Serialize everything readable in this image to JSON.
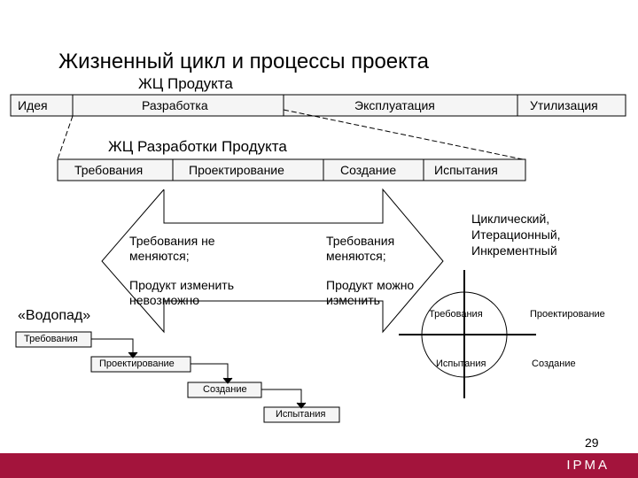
{
  "title": "Жизненный цикл и процессы проекта",
  "product_lc": {
    "label": "ЖЦ Продукта",
    "phases": [
      "Идея",
      "Разработка",
      "Эксплуатация",
      "Утилизация"
    ]
  },
  "dev_lc": {
    "label": "ЖЦ Разработки Продукта",
    "phases": [
      "Требования",
      "Проектирование",
      "Создание",
      "Испытания"
    ]
  },
  "comparison": {
    "left_1": "Требования не меняются;",
    "left_2": "Продукт изменить невозможно",
    "right_1": "Требования меняются;",
    "right_2": "Продукт можно изменить"
  },
  "iterative": {
    "label": "Циклический, Итерационный, Инкрементный",
    "quadrants": [
      "Требования",
      "Проектирование",
      "Испытания",
      "Создание"
    ]
  },
  "waterfall": {
    "label": "«Водопад»",
    "steps": [
      "Требования",
      "Проектирование",
      "Создание",
      "Испытания"
    ]
  },
  "slide_number": "29",
  "logo": "IPMA",
  "colors": {
    "footer": "#a3143c",
    "bar_fill": "#f5f5f5"
  }
}
